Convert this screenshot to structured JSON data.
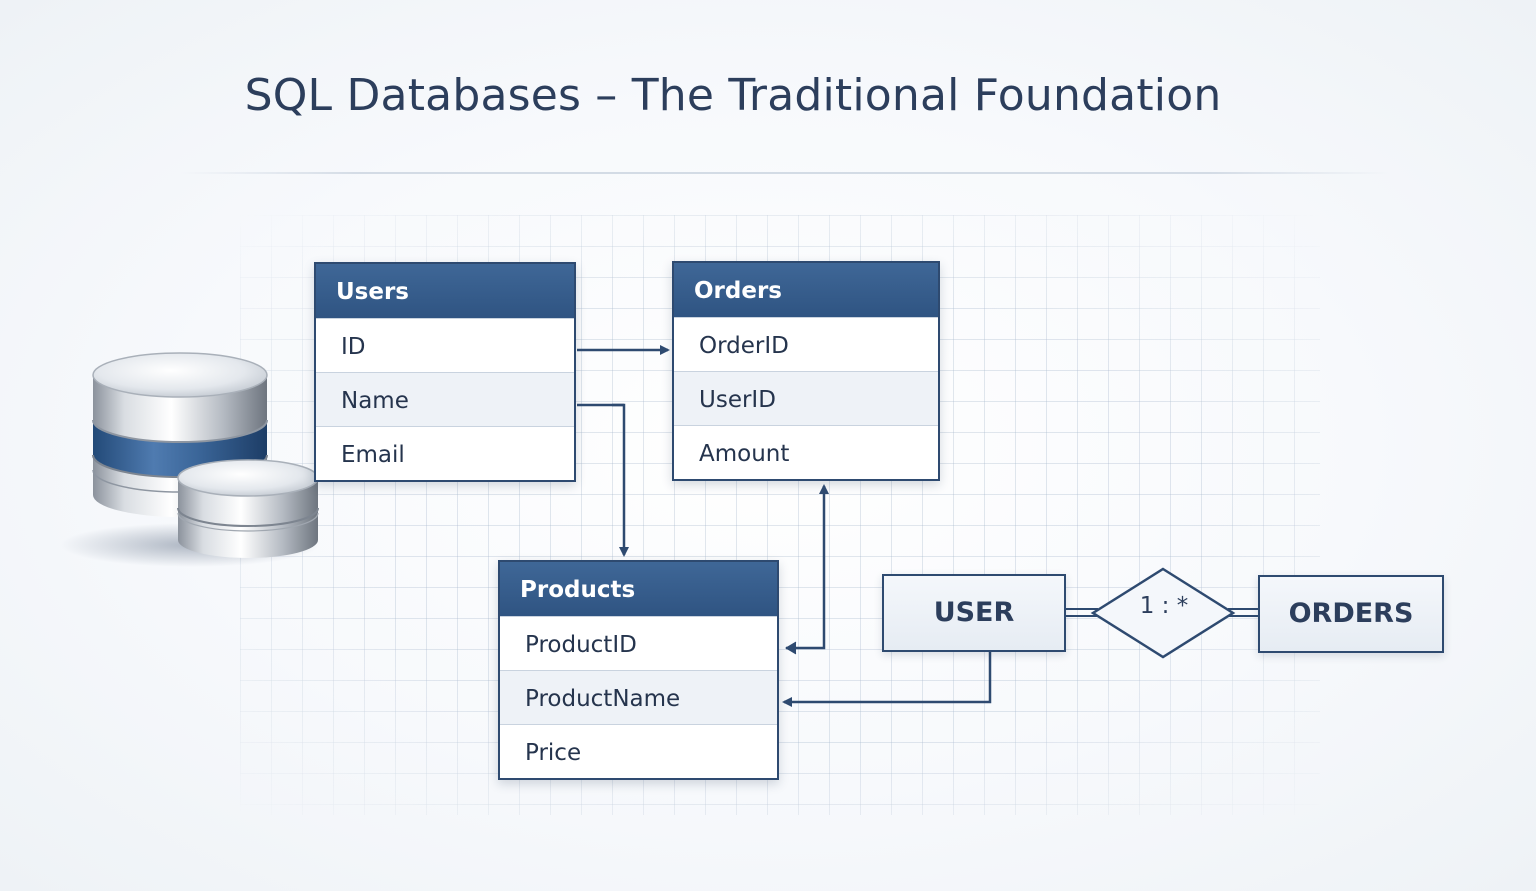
{
  "title": "SQL Databases – The Traditional Foundation",
  "tables": {
    "users": {
      "header": "Users",
      "rows": [
        "ID",
        "Name",
        "Email"
      ]
    },
    "orders": {
      "header": "Orders",
      "rows": [
        "OrderID",
        "UserID",
        "Amount"
      ]
    },
    "products": {
      "header": "Products",
      "rows": [
        "ProductID",
        "ProductName",
        "Price"
      ]
    }
  },
  "er": {
    "left_entity": "USER",
    "right_entity": "ORDERS",
    "relationship": "1 : *"
  },
  "icons": {
    "database": "database-stack-icon"
  },
  "colors": {
    "header_blue": "#2f5482",
    "line_navy": "#2e4a70",
    "title_text": "#2c3e5c"
  }
}
